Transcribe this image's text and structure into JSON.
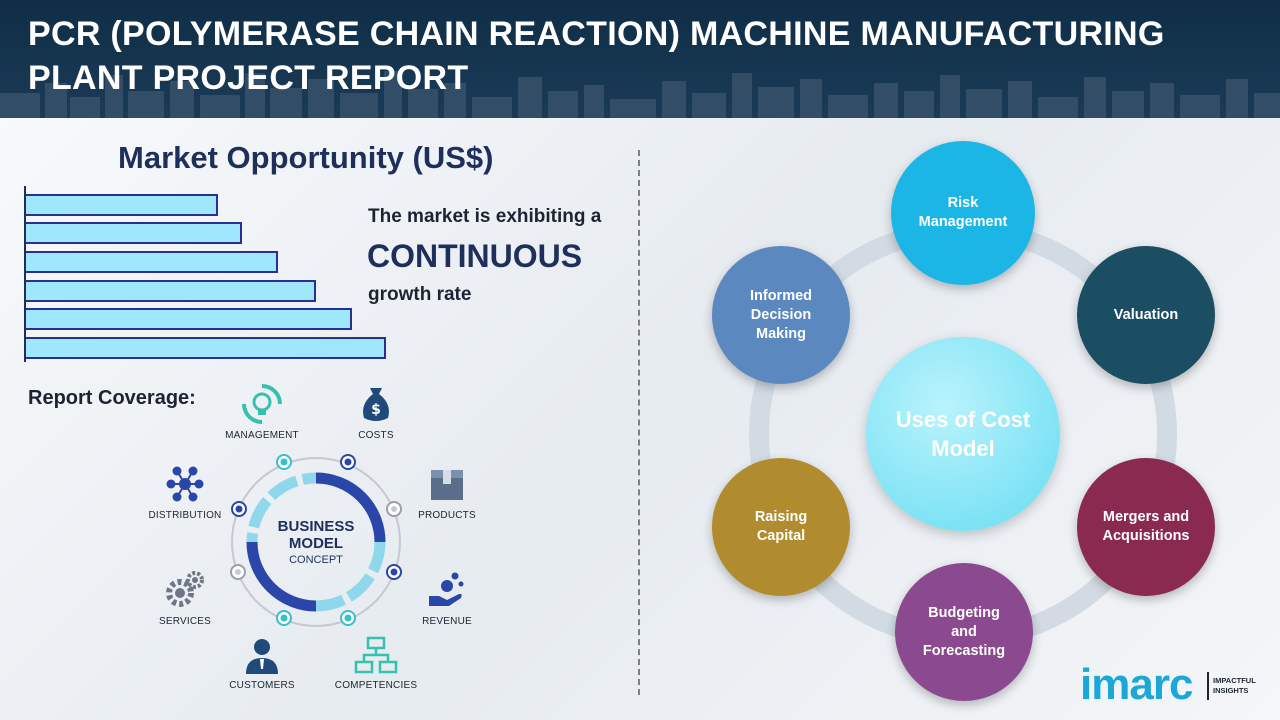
{
  "header": {
    "title": "PCR (POLYMERASE CHAIN REACTION) MACHINE MANUFACTURING PLANT PROJECT REPORT"
  },
  "market": {
    "title": "Market Opportunity (US$)",
    "line1": "The market is exhibiting a",
    "line2": "CONTINUOUS",
    "line3": "growth rate"
  },
  "coverage": {
    "label": "Report Coverage:",
    "center_line1": "BUSINESS",
    "center_line2": "MODEL",
    "center_line3": "CONCEPT",
    "items": [
      {
        "label": "MANAGEMENT",
        "icon": "management-icon"
      },
      {
        "label": "COSTS",
        "icon": "costs-icon"
      },
      {
        "label": "DISTRIBUTION",
        "icon": "distribution-icon"
      },
      {
        "label": "PRODUCTS",
        "icon": "products-icon"
      },
      {
        "label": "SERVICES",
        "icon": "services-icon"
      },
      {
        "label": "REVENUE",
        "icon": "revenue-icon"
      },
      {
        "label": "CUSTOMERS",
        "icon": "customers-icon"
      },
      {
        "label": "COMPETENCIES",
        "icon": "competencies-icon"
      }
    ]
  },
  "uses": {
    "center": "Uses of Cost Model",
    "nodes": [
      {
        "label": "Risk Management",
        "color": "#1bb6e6"
      },
      {
        "label": "Valuation",
        "color": "#1c4e63"
      },
      {
        "label": "Mergers and Acquisitions",
        "color": "#8a2a50"
      },
      {
        "label": "Budgeting and Forecasting",
        "color": "#8b4a8f"
      },
      {
        "label": "Raising Capital",
        "color": "#b08c2e"
      },
      {
        "label": "Informed Decision Making",
        "color": "#5b88bf"
      }
    ]
  },
  "colors": {
    "header_bg": "#0f2d46",
    "bar_fill": "#9fe8fb",
    "bar_border": "#2b2f8f",
    "title_text": "#1f2f5c"
  },
  "logo": {
    "name": "imarc",
    "tagline_1": "IMPACTFUL",
    "tagline_2": "INSIGHTS"
  }
}
